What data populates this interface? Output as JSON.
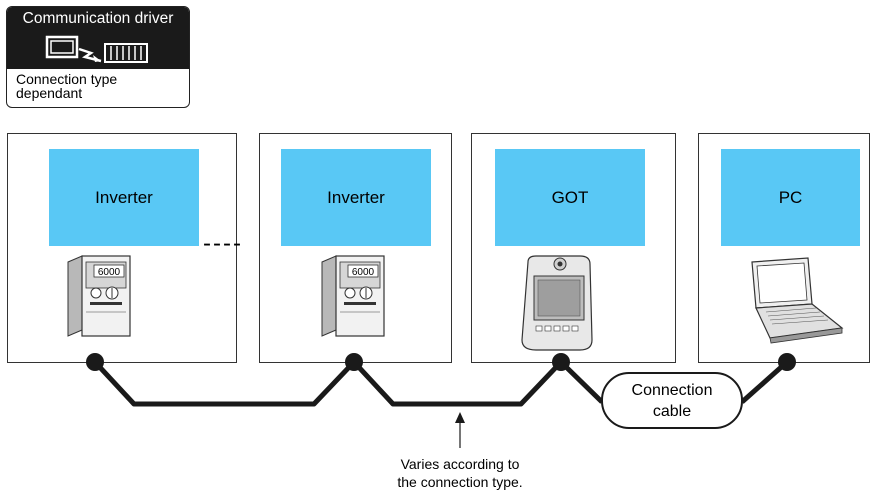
{
  "legend": {
    "title": "Communication driver",
    "subtitle_line1": "Connection type",
    "subtitle_line2": "dependant"
  },
  "devices": [
    {
      "label": "Inverter"
    },
    {
      "label": "Inverter"
    },
    {
      "label": "GOT"
    },
    {
      "label": "PC"
    }
  ],
  "ellipsis": "----",
  "cable": {
    "line1": "Connection",
    "line2": "cable"
  },
  "note": {
    "line1": "Varies according to",
    "line2": "the connection type."
  },
  "inverter_display": "6000",
  "colors": {
    "label_fill": "#59c8f5",
    "line": "#1a1a1a"
  }
}
